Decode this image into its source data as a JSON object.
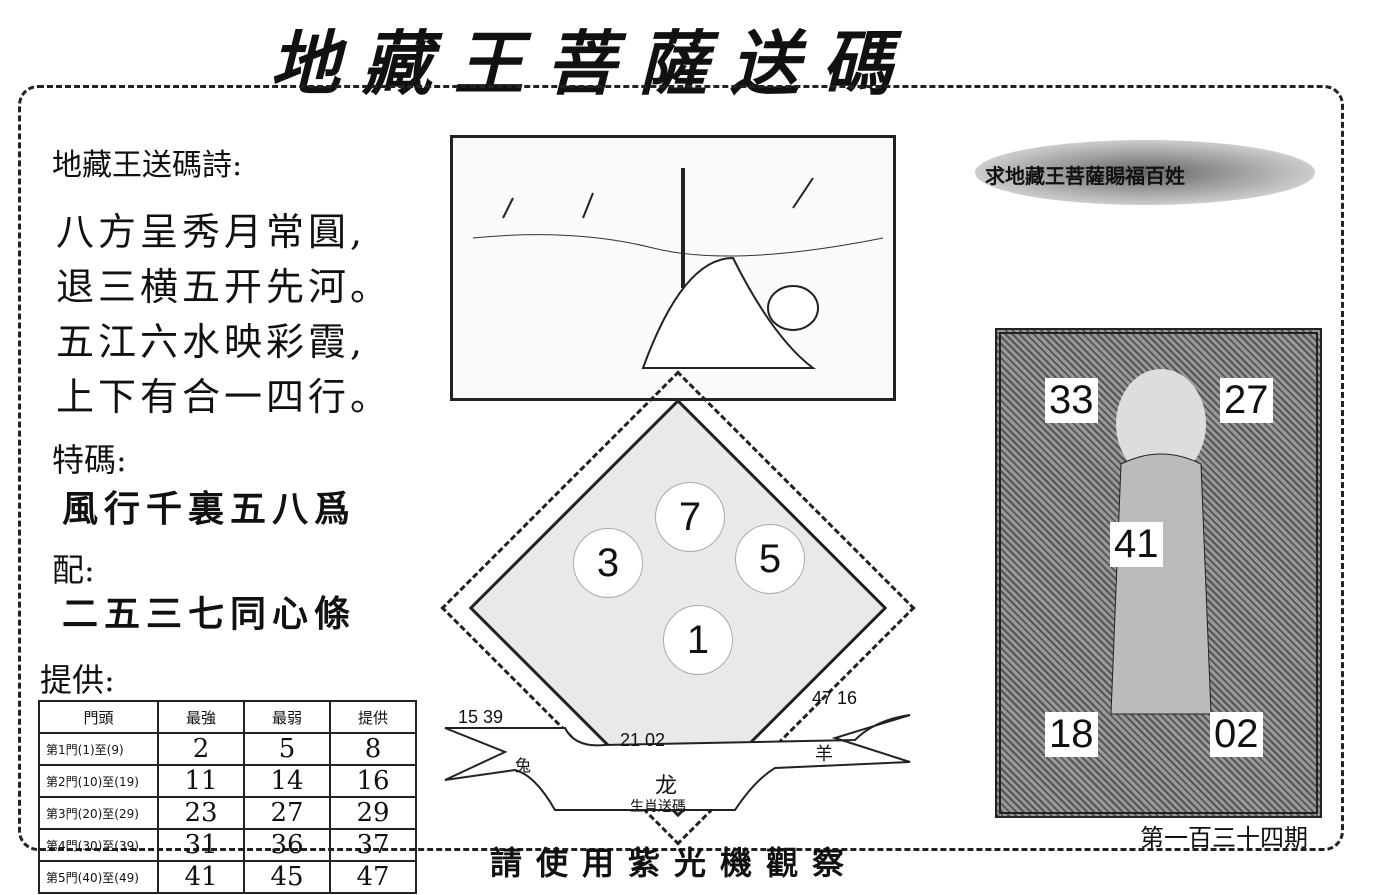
{
  "title": "地藏王菩薩送碼",
  "poem": {
    "heading": "地藏王送碼詩:",
    "lines": [
      "八方呈秀月常圓,",
      "退三横五开先河。",
      "五江六水映彩霞,",
      "上下有合一四行。"
    ]
  },
  "special": {
    "label": "特碼:",
    "text": "風行千裏五八爲"
  },
  "match": {
    "label": "配:",
    "text": "二五三七同心條"
  },
  "provide": {
    "label": "提供:"
  },
  "table": {
    "headers": [
      "門頭",
      "最強",
      "最弱",
      "提供"
    ],
    "rows": [
      [
        "第1門(1)至(9)",
        "2",
        "5",
        "8"
      ],
      [
        "第2門(10)至(19)",
        "11",
        "14",
        "16"
      ],
      [
        "第3門(20)至(29)",
        "23",
        "27",
        "29"
      ],
      [
        "第4門(30)至(39)",
        "31",
        "36",
        "37"
      ],
      [
        "第5門(40)至(49)",
        "41",
        "45",
        "47"
      ]
    ]
  },
  "diamond": {
    "numbers": [
      "7",
      "3",
      "5",
      "1"
    ]
  },
  "zodiac_banner": {
    "left_nums": "15 39",
    "left_animal": "兔",
    "center_nums": "21 02",
    "center_animal": "龙",
    "caption": "生肖送碼",
    "right_nums": "47 16",
    "right_animal": "羊"
  },
  "oval_banner": "求地藏王菩薩賜福百姓",
  "buddha": {
    "numbers": [
      "33",
      "27",
      "41",
      "18",
      "02"
    ]
  },
  "footer": "請使用紫光機觀察",
  "issue": "第一百三十四期"
}
